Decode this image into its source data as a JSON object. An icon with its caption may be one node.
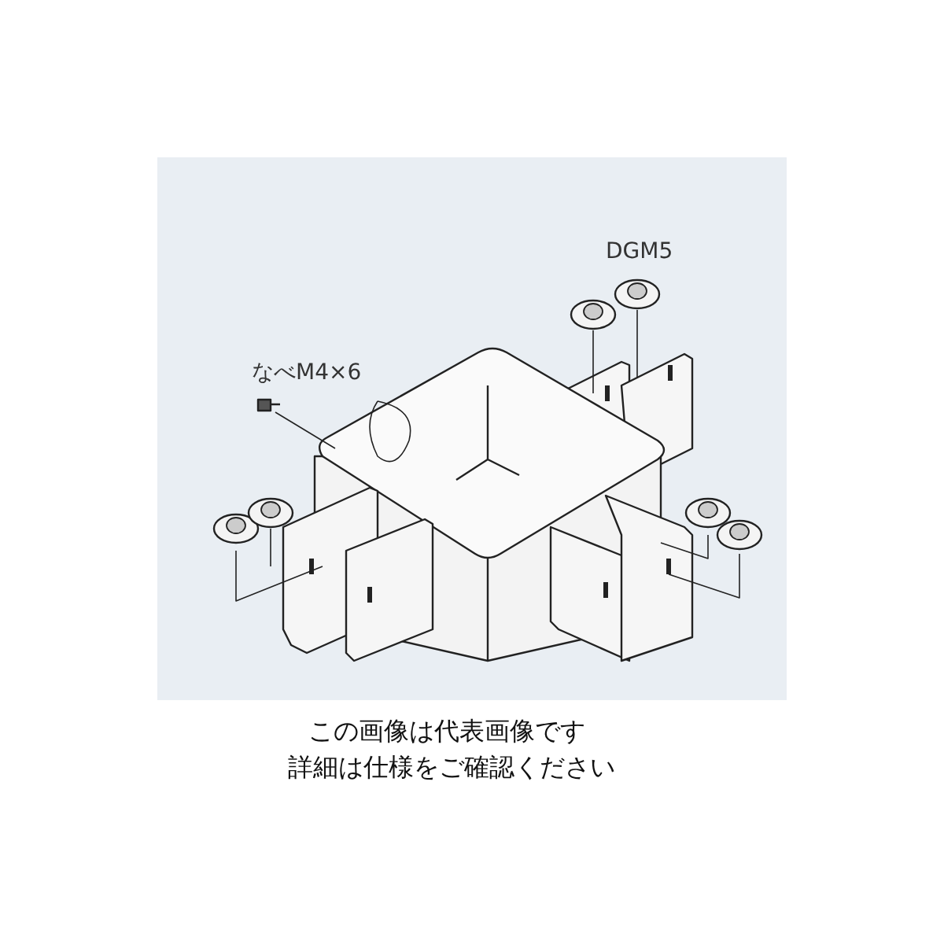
{
  "diagram": {
    "labels": [
      "DGM5",
      "なべM4×6",
      "この画像は代表画像です",
      "詳細は仕様をご確認ください"
    ]
  }
}
